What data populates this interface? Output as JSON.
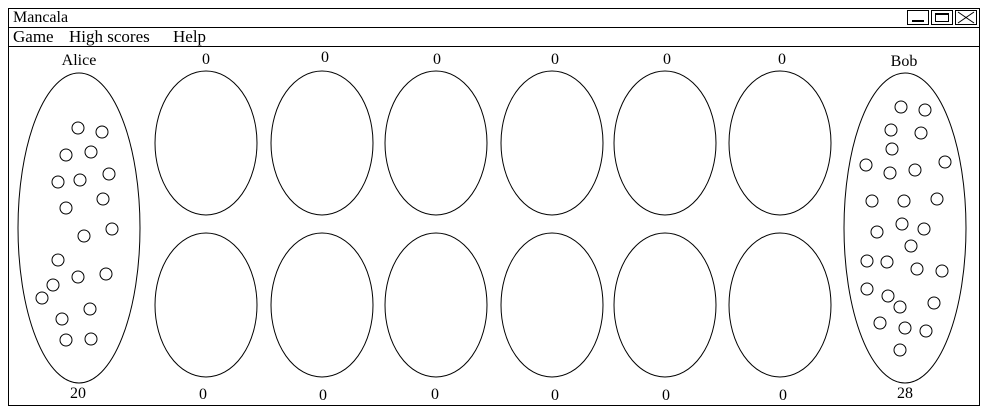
{
  "window": {
    "title": "Mancala"
  },
  "menu": {
    "game": "Game",
    "high_scores": "High scores",
    "help": "Help"
  },
  "players": {
    "top": {
      "name": "Alice",
      "store": 20
    },
    "bottom": {
      "name": "Bob",
      "store": 28
    }
  },
  "pits": {
    "top_row": [
      0,
      0,
      0,
      0,
      0,
      0
    ],
    "bottom_row": [
      0,
      0,
      0,
      0,
      0,
      0
    ]
  }
}
